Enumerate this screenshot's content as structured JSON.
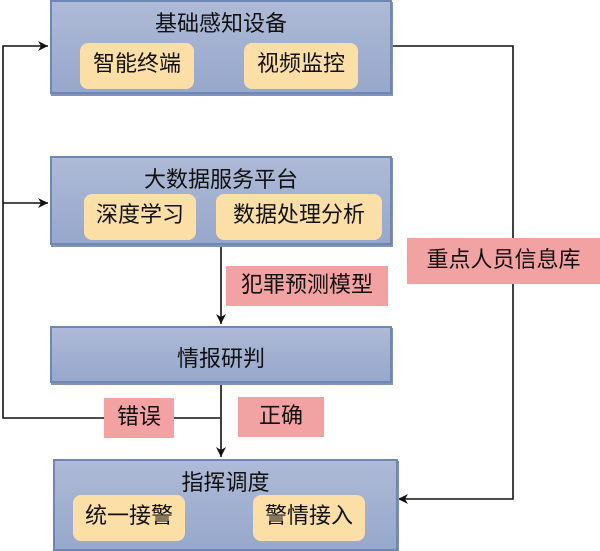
{
  "colors": {
    "box_fill": "#a3b2d3",
    "box_border": "#6f87b4",
    "pill_fill": "#fbdfa6",
    "tag_fill": "#f2a2a2",
    "line": "#111111"
  },
  "nodes": {
    "sensing": {
      "title": "基础感知设备",
      "items": [
        "智能终端",
        "视频监控"
      ]
    },
    "bigdata": {
      "title": "大数据服务平台",
      "items": [
        "深度学习",
        "数据处理分析"
      ]
    },
    "analysis": {
      "title": "情报研判"
    },
    "dispatch": {
      "title": "指挥调度",
      "items": [
        "统一接警",
        "警情接入"
      ]
    }
  },
  "edge_labels": {
    "crime_model": "犯罪预测模型",
    "key_persons_db": "重点人员信息库",
    "wrong": "错误",
    "correct": "正确"
  }
}
